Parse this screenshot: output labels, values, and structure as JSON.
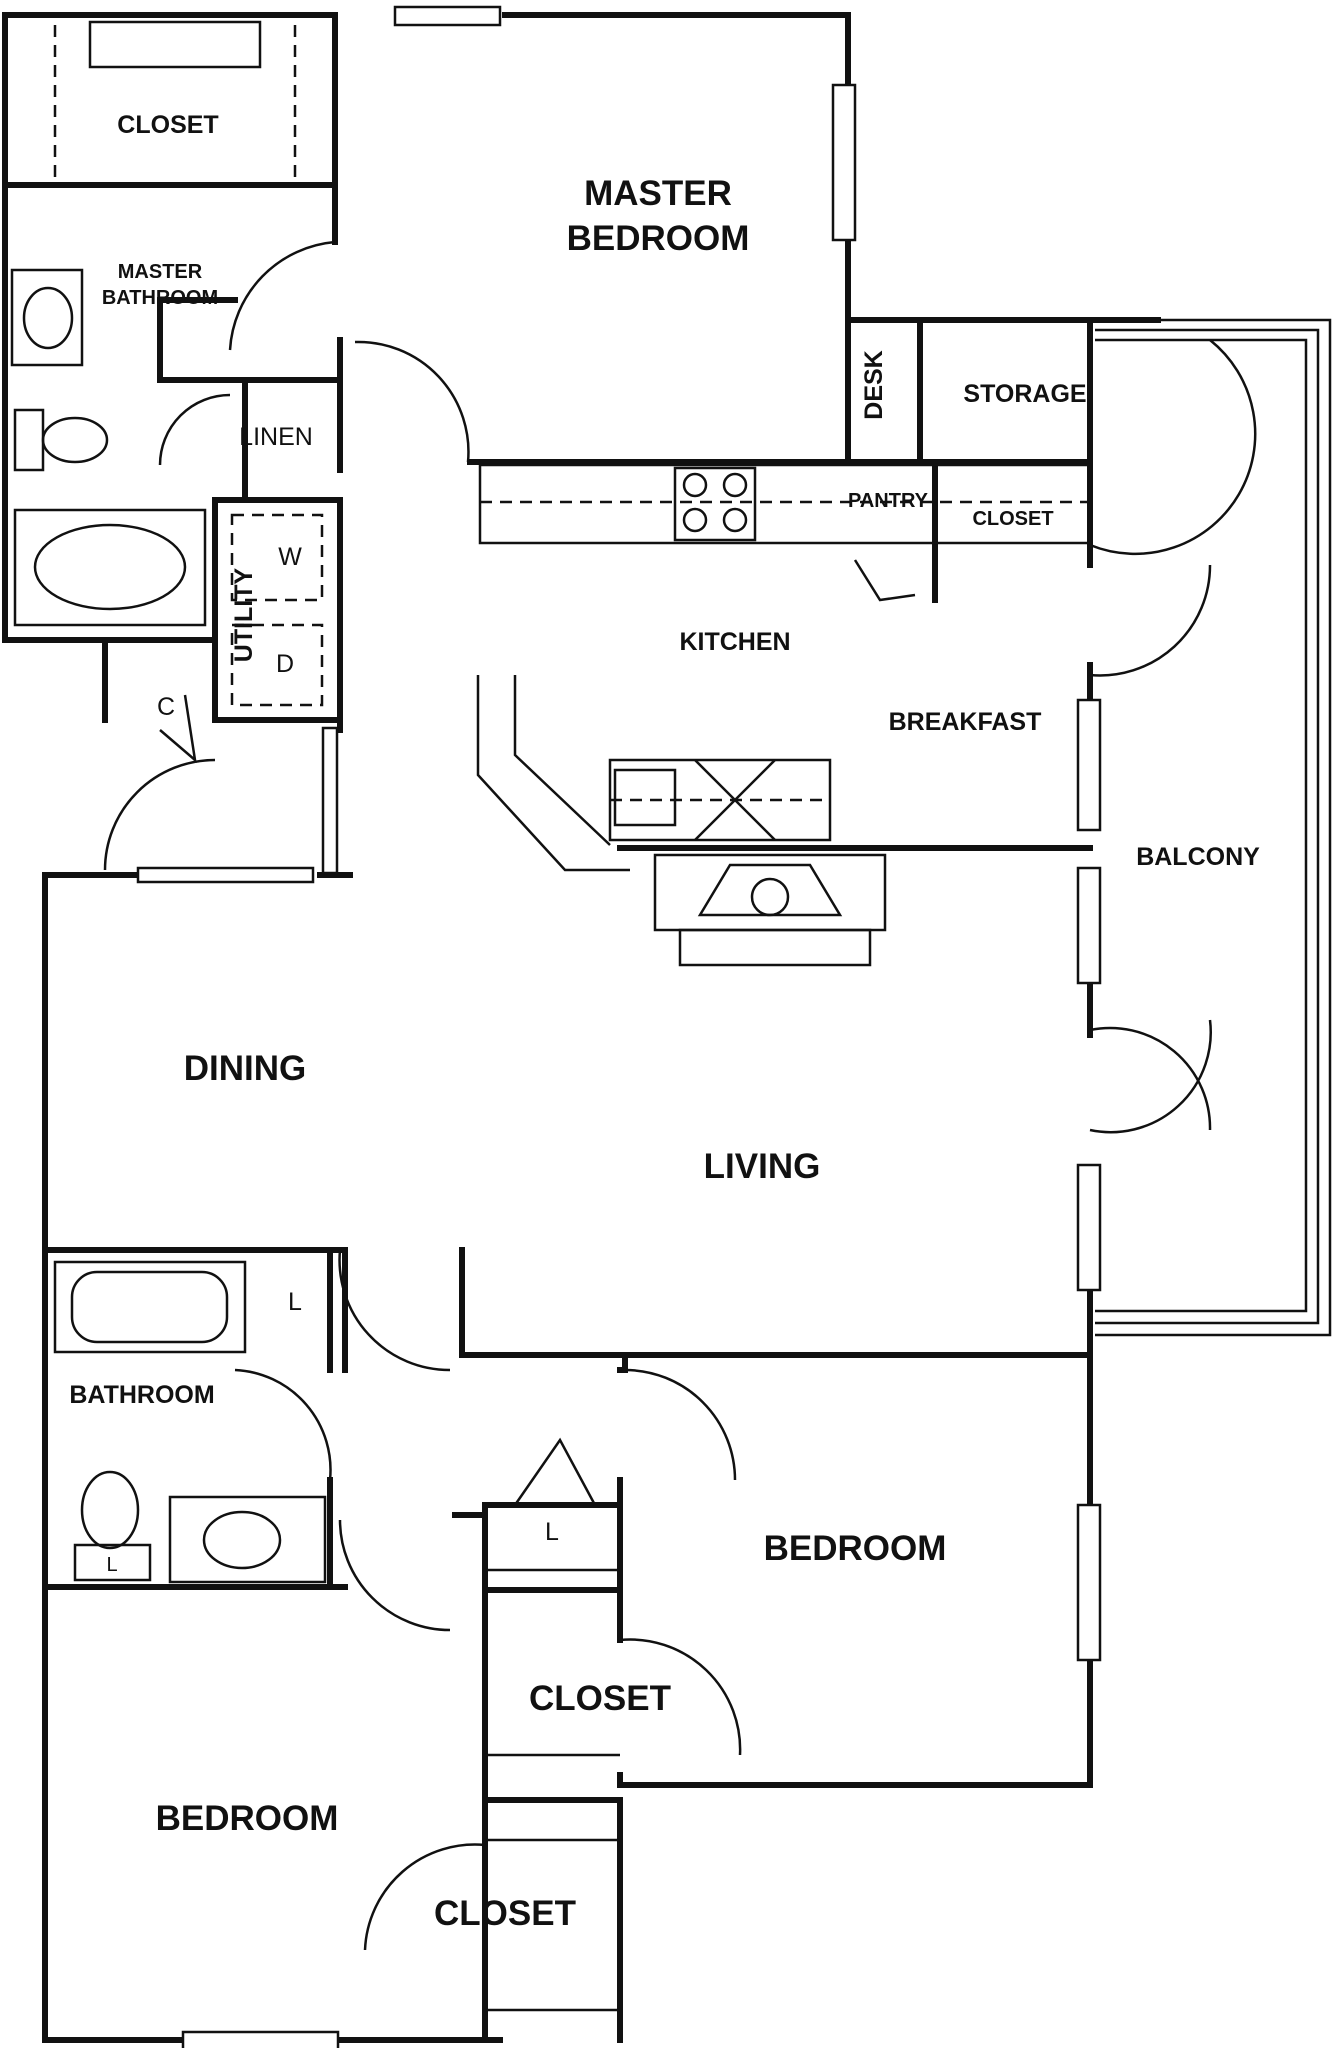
{
  "floor_plan": {
    "rooms": {
      "master_bedroom": [
        "MASTER",
        "BEDROOM"
      ],
      "master_closet": "CLOSET",
      "master_bathroom": [
        "MASTER",
        "BATHROOM"
      ],
      "linen": "LINEN",
      "utility": "UTILITY",
      "washer": "W",
      "dryer": "D",
      "small_closet": "C",
      "desk": "DESK",
      "storage": "STORAGE",
      "pantry": "PANTRY",
      "kitchen_closet": "CLOSET",
      "kitchen": "KITCHEN",
      "breakfast": "BREAKFAST",
      "balcony": "BALCONY",
      "dining": "DINING",
      "living": "LIVING",
      "bathroom": "BATHROOM",
      "bath_linen": "L",
      "hall_linen": "L",
      "toilet_linen": "L",
      "bedroom_right": "BEDROOM",
      "closet_right": "CLOSET",
      "bedroom_left": "BEDROOM",
      "closet_left": "CLOSET"
    }
  }
}
